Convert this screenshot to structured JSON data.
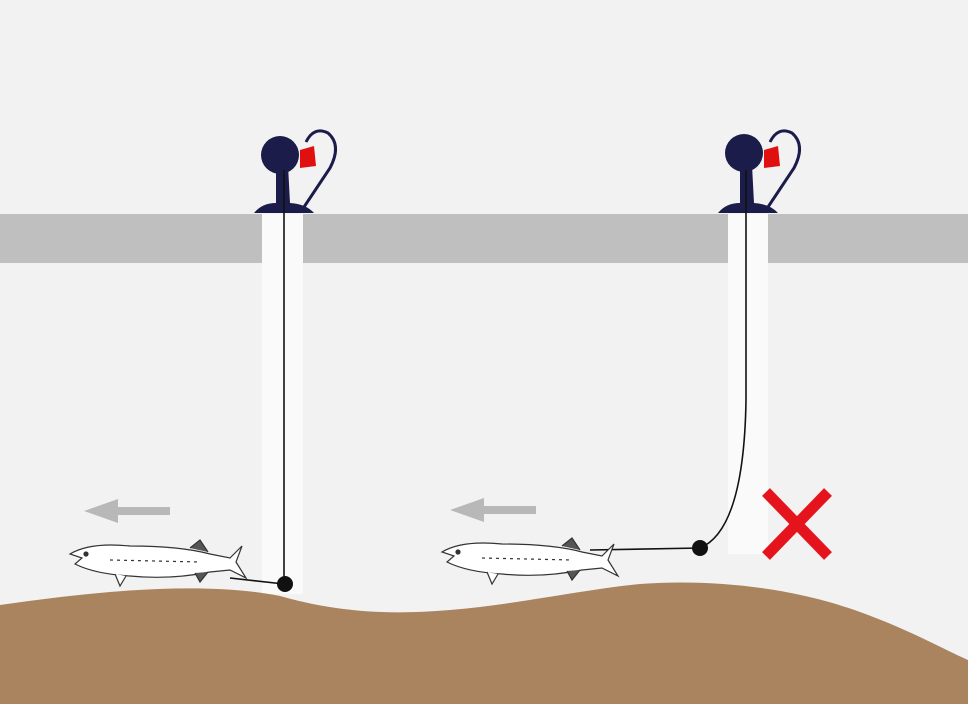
{
  "colors": {
    "background": "#f2f2f3",
    "ice": "#bfbfc0",
    "hole_water": "#fafafa",
    "bottom": "#a9845f",
    "device": "#1c1c4a",
    "flag": "#e01010",
    "line": "#111111",
    "arrow": "#b8b8b8",
    "cross": "#e5141c"
  },
  "setups": [
    {
      "id": "correct",
      "line": "vertical"
    },
    {
      "id": "wrong",
      "line": "curved",
      "marked": "cross"
    }
  ]
}
